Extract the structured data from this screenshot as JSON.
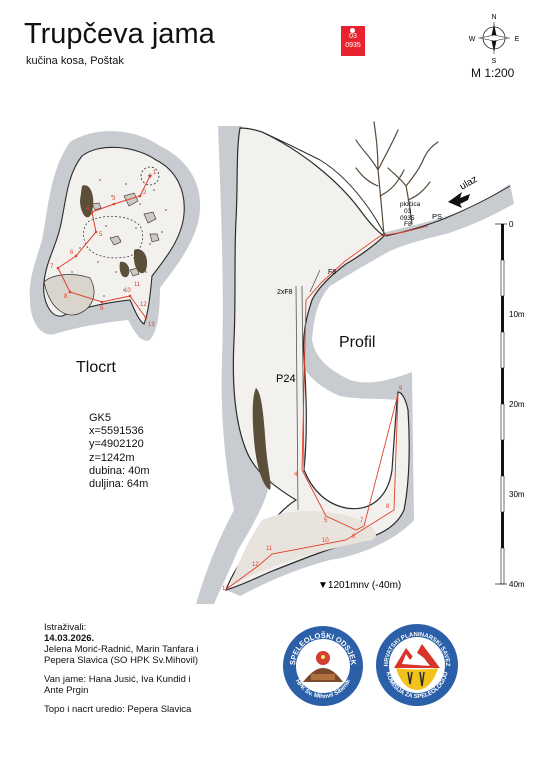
{
  "header": {
    "title": "Trupčeva jama",
    "subtitle": "kučina kosa, Poštak",
    "tag_line1": "03",
    "tag_line2": "0935",
    "scale": "M 1:200"
  },
  "compass": {
    "n": "N",
    "s": "S",
    "e": "E",
    "w": "W"
  },
  "plan": {
    "label": "Tlocrt",
    "station_labels": [
      "1",
      "2",
      "3",
      "4",
      "5",
      "6",
      "7",
      "8",
      "9",
      "10",
      "11",
      "12",
      "13"
    ]
  },
  "profile": {
    "label": "Profil",
    "entrance_label": "ulaz",
    "plate_label_1": "pločica",
    "plate_label_2": "03",
    "plate_label_3": "0935",
    "ps_label": "PS",
    "f8_top": "F8",
    "f8_mid": "F8",
    "f8_double": "2xF8",
    "pitch_label": "P24",
    "bottom_label": "▼1201mnv (-40m)",
    "station_labels": [
      "4",
      "5",
      "6",
      "7",
      "8",
      "9",
      "10",
      "11",
      "12",
      "13"
    ]
  },
  "depth_scale": {
    "ticks": [
      "0",
      "10m",
      "20m",
      "30m",
      "40m"
    ]
  },
  "coordinates": {
    "system": "GK5",
    "x": "x=5591536",
    "y": "y=4902120",
    "z": "z=1242m",
    "depth": "dubina: 40m",
    "length": "duljina: 64m"
  },
  "credits": {
    "explored_label": "Istraživali:",
    "date": "14.03.2026.",
    "team_line1": "Jelena Morić-Radnić, Marin Tanfara i",
    "team_line2": "Pepera Slavica (SO HPK Sv.Mihovil)",
    "outside_line1": "Van jame: Hana Jusić, Iva Kundid i",
    "outside_line2": "Ante Prgin",
    "survey": "Topo i nacrt uredio: Pepera Slavica"
  },
  "logo_left": {
    "top_text": "SPELEOLOŠKI ODSJEK",
    "bottom_text": "HPK Sv. Mihovil Šibenik"
  },
  "logo_right": {
    "top_text": "HRVATSKI PLANINARSKI SAVEZ",
    "bottom_text": "KOMISIJA ZA SPELEOLOGIJU"
  },
  "colors": {
    "halo": "#c8ccd1",
    "cave_fill": "#f3f1ee",
    "cave_shade": "#e8e3dc",
    "wall": "#2b2b2b",
    "survey_line": "#e0402c",
    "mud": "#5c4f3a",
    "tag_red": "#e8232f",
    "logo_blue": "#2b5fa8"
  }
}
